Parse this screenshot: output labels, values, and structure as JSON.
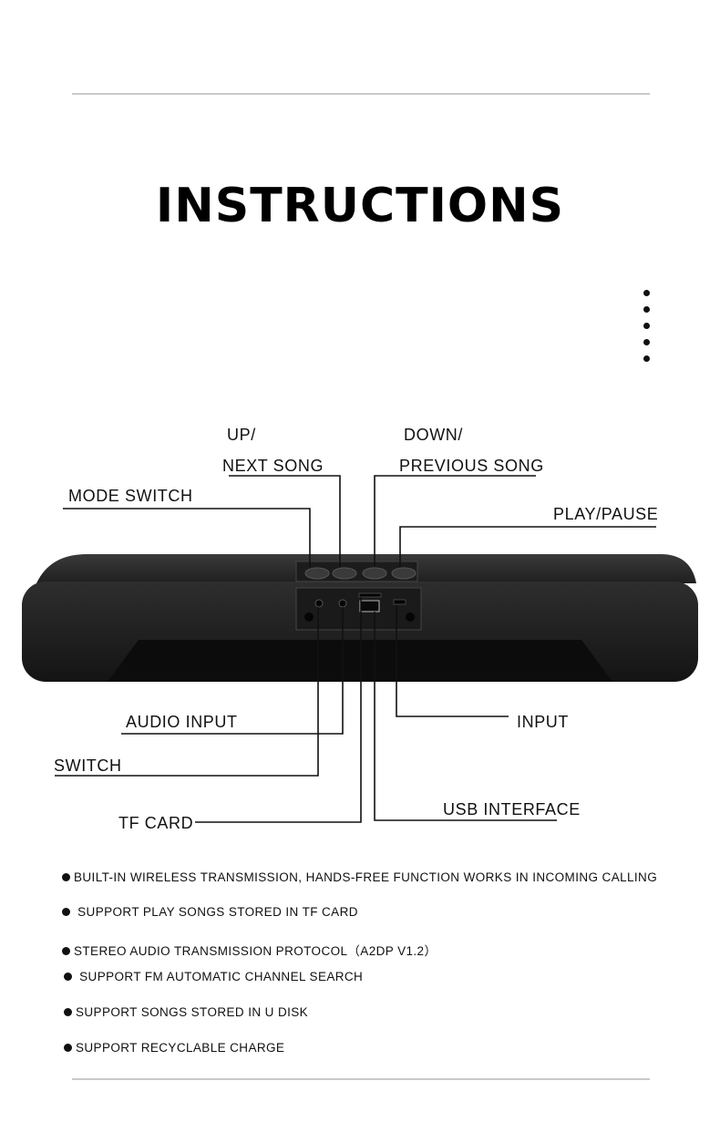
{
  "title": "INSTRUCTIONS",
  "labels": {
    "up_line1": "UP/",
    "up_line2": "NEXT SONG",
    "down_line1": "DOWN/",
    "down_line2": "PREVIOUS SONG",
    "mode_switch": "MODE SWITCH",
    "play_pause": "PLAY/PAUSE",
    "audio_input": "AUDIO INPUT",
    "input": "INPUT",
    "switch": "SWITCH",
    "usb_interface": "USB INTERFACE",
    "tf_card": "TF CARD"
  },
  "features": [
    "BUILT-IN WIRELESS TRANSMISSION, HANDS-FREE FUNCTION WORKS IN INCOMING CALLING",
    "SUPPORT PLAY SONGS STORED IN TF CARD",
    "STEREO AUDIO TRANSMISSION PROTOCOL（A2DP V1.2）",
    "SUPPORT FM AUTOMATIC CHANNEL SEARCH",
    "SUPPORT SONGS STORED IN U DISK",
    "SUPPORT RECYCLABLE CHARGE"
  ],
  "colors": {
    "speaker_body": "#1a1a1a",
    "speaker_top": "#2b2b2b",
    "rule": "#c9c9c9"
  }
}
